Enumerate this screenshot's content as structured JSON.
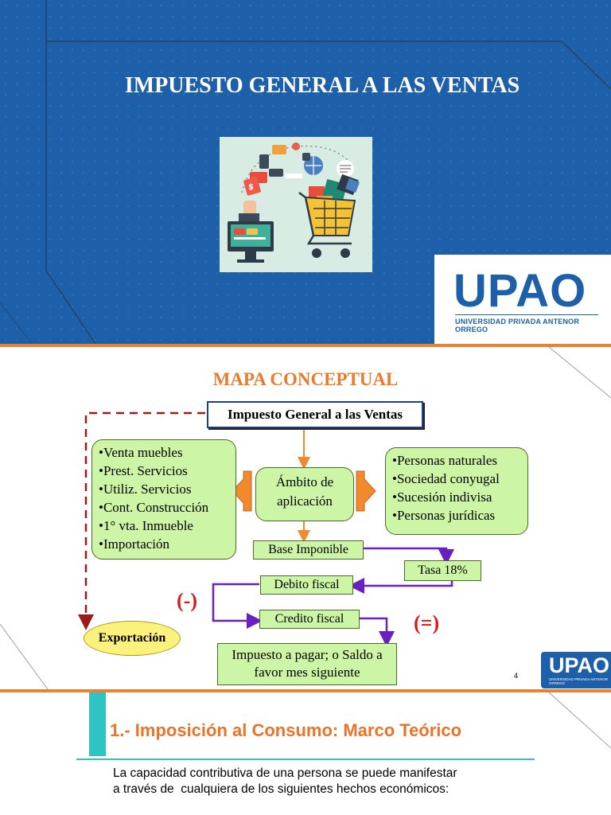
{
  "slide1": {
    "title": "IMPUESTO GENERAL A LAS VENTAS",
    "illustration": "e-commerce-icons",
    "logo": {
      "name": "UPAO",
      "subtitle": "UNIVERSIDAD PRIVADA ANTENOR ORREGO"
    },
    "colors": {
      "background": "#1d5fa8",
      "accent": "#e98233"
    }
  },
  "slide2": {
    "title": "MAPA CONCEPTUAL",
    "root": "Impuesto General a las Ventas",
    "left_items": [
      "•Venta muebles",
      "•Prest. Servicios",
      "•Utiliz. Servicios",
      "•Cont. Construcción",
      "•1° vta. Inmueble",
      "•Importación"
    ],
    "center": "Ámbito de aplicación",
    "right_items": [
      "•Personas naturales",
      "•Sociedad conyugal",
      "•Sucesión indivisa",
      "•Personas jurídicas"
    ],
    "base": "Base Imponible",
    "tasa": "Tasa 18%",
    "debito": "Debito fiscal",
    "credito": "Credito fiscal",
    "resultado": "Impuesto a pagar; o Saldo a favor mes siguiente",
    "exportacion": "Exportación",
    "minus_sign": "(-)",
    "equal_sign": "(=)",
    "page_number": "4",
    "logo": "UPAO",
    "logo_subtitle": "UNIVERSIDAD PRIVADA ANTENOR ORREGO",
    "colors": {
      "title": "#ea7a2e",
      "box": "#ccf5a6",
      "arrow_orange": "#f08a2c",
      "arrow_purple": "#6a1fbf",
      "dashed": "#9b1b1b"
    }
  },
  "slide3": {
    "title": "1.- Imposición al Consumo: Marco Teórico",
    "body_lines": [
      "La capacidad contributiva de una persona se puede manifestar",
      "a través de  cualquiera de los siguientes hechos económicos:"
    ]
  }
}
